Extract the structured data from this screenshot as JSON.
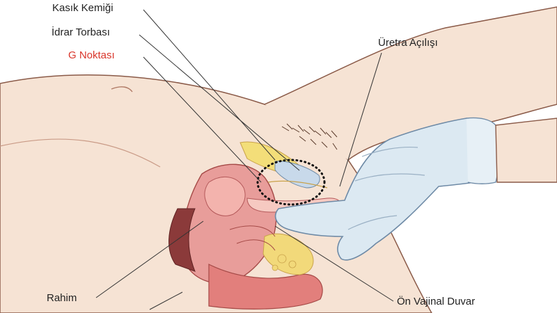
{
  "diagram": {
    "labels": {
      "pubic_bone": "Kasık Kemiği",
      "bladder": "İdrar Torbası",
      "g_spot": "G Noktası",
      "urethra_opening": "Üretra Açılışı",
      "uterus": "Rahim",
      "anterior_vaginal_wall": "Ön Vajinal Duvar"
    },
    "colors": {
      "label_text": "#222222",
      "highlight_label": "#d9362b",
      "leader_line": "#333333",
      "skin": "#f7e6d8",
      "glove": "#ddebf3",
      "tissue": "#e79a9a",
      "fat": "#f3df7a"
    }
  }
}
